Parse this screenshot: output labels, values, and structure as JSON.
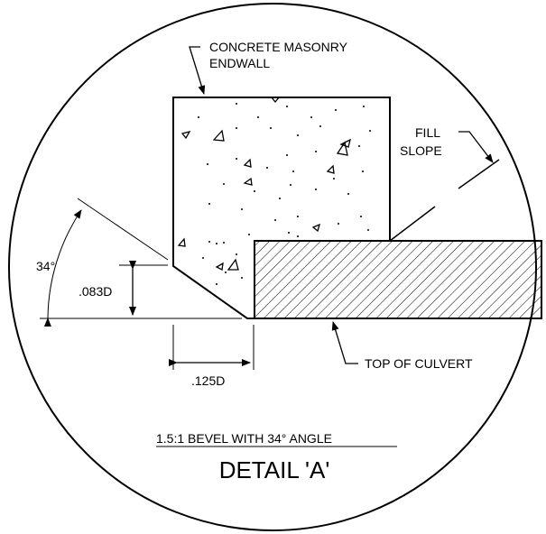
{
  "labels": {
    "endwall_line1": "CONCRETE MASONRY",
    "endwall_line2": "ENDWALL",
    "fill_line1": "FILL",
    "fill_line2": "SLOPE",
    "angle": "34°",
    "vertical_dim": ".083D",
    "horizontal_dim": ".125D",
    "culvert": "TOP OF CULVERT",
    "subtitle": "1.5:1 BEVEL WITH 34° ANGLE",
    "title": "DETAIL 'A'"
  },
  "colors": {
    "ink": "#000000",
    "background": "#ffffff"
  }
}
